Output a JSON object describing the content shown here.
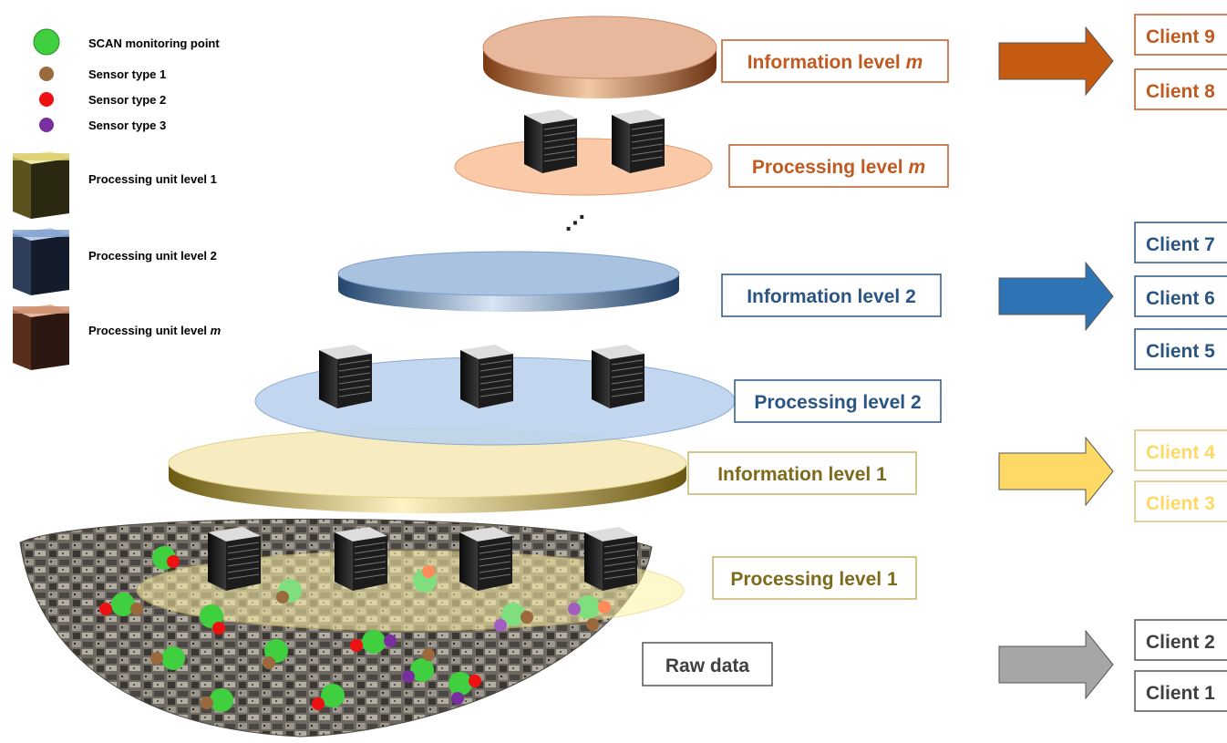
{
  "legend": {
    "items": [
      {
        "label": "SCAN monitoring point",
        "color": "#3fcf3f"
      },
      {
        "label": "Sensor type 1",
        "color": "#9a6a3c"
      },
      {
        "label": "Sensor type 2",
        "color": "#ee1111"
      },
      {
        "label": "Sensor type 3",
        "color": "#7a2fa0"
      },
      {
        "label_prefix": "Processing unit level ",
        "label_suffix": "1",
        "color": "#d8cc6a"
      },
      {
        "label_prefix": "Processing unit level ",
        "label_suffix": "2",
        "color": "#7f9fcf"
      },
      {
        "label_prefix": "Processing unit level ",
        "label_suffix": "m",
        "color": "#c98a6a"
      }
    ]
  },
  "levels": {
    "info_m": {
      "prefix": "Information level ",
      "suffix": "m",
      "color": "#c05a20"
    },
    "proc_m": {
      "prefix": "Processing level ",
      "suffix": "m",
      "color": "#c05a20"
    },
    "dots": "⋰",
    "info_2": {
      "label": "Information level 2",
      "color": "#2a5582"
    },
    "proc_2": {
      "label": "Processing level 2",
      "color": "#2a5582"
    },
    "info_1": {
      "label": "Information level 1",
      "color": "#7d6a1a"
    },
    "proc_1": {
      "label": "Processing level 1",
      "color": "#7d6a1a"
    },
    "raw": {
      "label": "Raw data",
      "color": "#404040"
    }
  },
  "client_groups": [
    {
      "arrow_color": "#c55a11",
      "text_color": "#c05a20",
      "clients": [
        "Client 9",
        "Client 8"
      ]
    },
    {
      "arrow_color": "#2e74b5",
      "text_color": "#2a5582",
      "clients": [
        "Client 7",
        "Client 6",
        "Client 5"
      ]
    },
    {
      "arrow_color": "#ffd966",
      "text_color": "#ffd966",
      "clients": [
        "Client 4",
        "Client 3"
      ]
    },
    {
      "arrow_color": "#a6a6a6",
      "text_color": "#404040",
      "clients": [
        "Client 2",
        "Client 1"
      ]
    }
  ]
}
